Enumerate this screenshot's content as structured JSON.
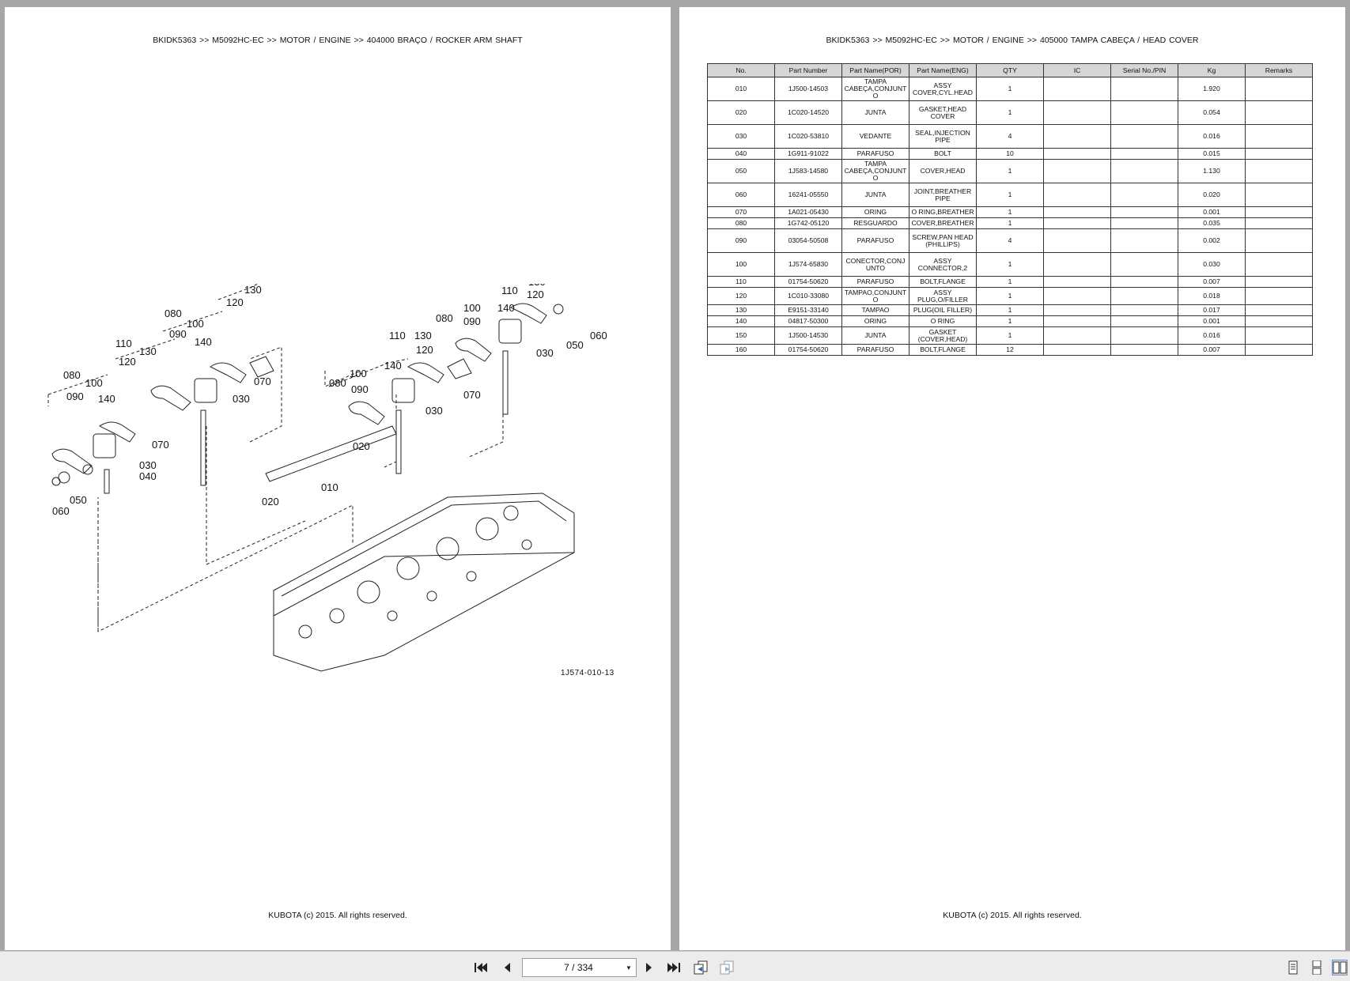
{
  "left_page": {
    "header": "BKIDK5363 >> M5092HC-EC >> MOTOR / ENGINE >> 404000   BRAÇO / ROCKER ARM SHAFT",
    "footer": "KUBOTA (c) 2015. All rights reserved.",
    "diagram_code": "1J574-010-13",
    "diagram_labels": [
      "110",
      "130",
      "120",
      "080",
      "100",
      "090",
      "140",
      "070",
      "030",
      "110",
      "120",
      "130",
      "080",
      "100",
      "090",
      "140",
      "070",
      "030",
      "040",
      "050",
      "060",
      "010",
      "020",
      "110",
      "130",
      "120",
      "140",
      "080",
      "090",
      "100",
      "080",
      "090",
      "100",
      "140",
      "110",
      "120",
      "130",
      "070",
      "030",
      "020",
      "030",
      "050",
      "060"
    ]
  },
  "right_page": {
    "header": "BKIDK5363 >> M5092HC-EC >> MOTOR / ENGINE >> 405000   TAMPA CABEÇA / HEAD COVER",
    "footer": "KUBOTA (c) 2015. All rights reserved.",
    "table": {
      "columns": [
        "No.",
        "Part Number",
        "Part Name(POR)",
        "Part Name(ENG)",
        "QTY",
        "IC",
        "Serial No./PIN",
        "Kg",
        "Remarks"
      ],
      "rows": [
        [
          "010",
          "1J500-14503",
          "TAMPA CABEÇA,CONJUNTO",
          "ASSY COVER,CYL.HEAD",
          "1",
          "",
          "",
          "1.920",
          ""
        ],
        [
          "020",
          "1C020-14520",
          "JUNTA",
          "GASKET,HEAD COVER",
          "1",
          "",
          "",
          "0.054",
          ""
        ],
        [
          "030",
          "1C020-53810",
          "VEDANTE",
          "SEAL,INJECTION PIPE",
          "4",
          "",
          "",
          "0.016",
          ""
        ],
        [
          "040",
          "1G911-91022",
          "PARAFUSO",
          "BOLT",
          "10",
          "",
          "",
          "0.015",
          ""
        ],
        [
          "050",
          "1J583-14580",
          "TAMPA CABEÇA,CONJUNTO",
          "COVER,HEAD",
          "1",
          "",
          "",
          "1.130",
          ""
        ],
        [
          "060",
          "16241-05550",
          "JUNTA",
          "JOINT,BREATHER PIPE",
          "1",
          "",
          "",
          "0.020",
          ""
        ],
        [
          "070",
          "1A021-05430",
          "ORING",
          "O RING,BREATHER",
          "1",
          "",
          "",
          "0.001",
          ""
        ],
        [
          "080",
          "1G742-05120",
          "RESGUARDO",
          "COVER,BREATHER",
          "1",
          "",
          "",
          "0.035",
          ""
        ],
        [
          "090",
          "03054-50508",
          "PARAFUSO",
          "SCREW,PAN HEAD (PHILLIPS)",
          "4",
          "",
          "",
          "0.002",
          ""
        ],
        [
          "100",
          "1J574-65830",
          "CONECTOR,CONJUNTO",
          "ASSY CONNECTOR,2",
          "1",
          "",
          "",
          "0.030",
          ""
        ],
        [
          "110",
          "01754-50620",
          "PARAFUSO",
          "BOLT,FLANGE",
          "1",
          "",
          "",
          "0.007",
          ""
        ],
        [
          "120",
          "1C010-33080",
          "TAMPAO,CONJUNTO",
          "ASSY PLUG,O/FILLER",
          "1",
          "",
          "",
          "0.018",
          ""
        ],
        [
          "130",
          "E9151-33140",
          "TAMPAO",
          "PLUG(OIL FILLER)",
          "1",
          "",
          "",
          "0.017",
          ""
        ],
        [
          "140",
          "04817-50300",
          "ORING",
          "O RING",
          "1",
          "",
          "",
          "0.001",
          ""
        ],
        [
          "150",
          "1J500-14530",
          "JUNTA",
          "GASKET (COVER,HEAD)",
          "1",
          "",
          "",
          "0.016",
          ""
        ],
        [
          "160",
          "01754-50620",
          "PARAFUSO",
          "BOLT,FLANGE",
          "12",
          "",
          "",
          "0.007",
          ""
        ]
      ]
    }
  },
  "toolbar": {
    "page_indicator": "7 / 334",
    "icons": [
      "first-page-icon",
      "prev-page-icon",
      "next-page-icon",
      "last-page-icon",
      "go-back-view-icon",
      "go-forward-view-icon",
      "single-page-view-icon",
      "continuous-view-icon",
      "facing-pages-view-icon"
    ],
    "active_view": "facing-pages-view-icon"
  },
  "colors": {
    "background": "#a6a6a6",
    "page": "#ffffff",
    "table_header": "#d6d6d6",
    "toolbar": "#ececec"
  }
}
